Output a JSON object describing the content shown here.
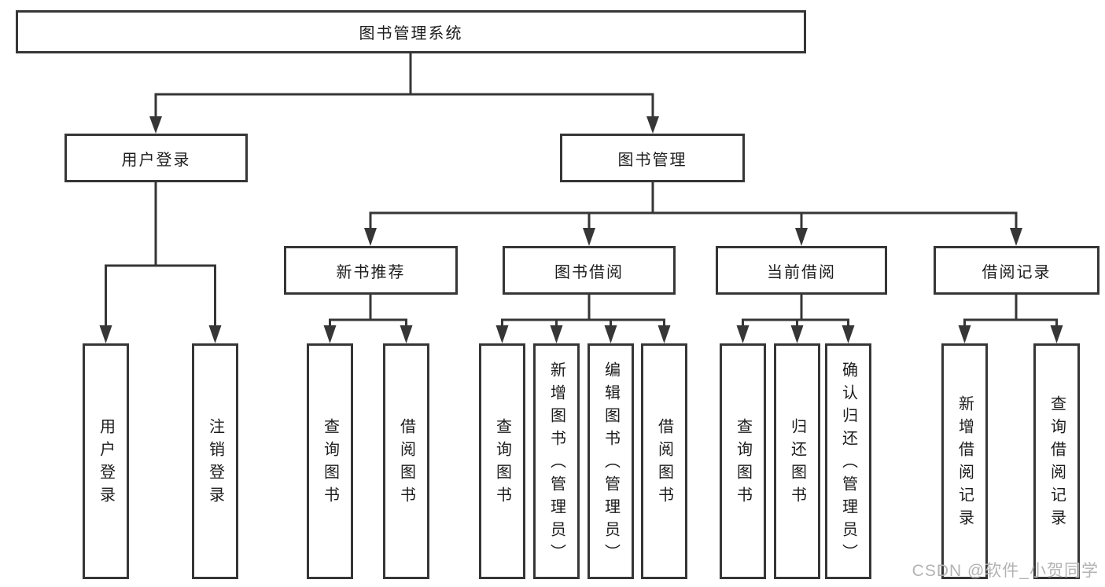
{
  "diagram": {
    "title_node": "图书管理系统",
    "tree": {
      "label": "图书管理系统",
      "children": [
        {
          "label": "用户登录",
          "children": [
            {
              "label": "用户登录"
            },
            {
              "label": "注销登录"
            }
          ]
        },
        {
          "label": "图书管理",
          "children": [
            {
              "label": "新书推荐",
              "children": [
                {
                  "label": "查询图书"
                },
                {
                  "label": "借阅图书"
                }
              ]
            },
            {
              "label": "图书借阅",
              "children": [
                {
                  "label": "查询图书"
                },
                {
                  "label": "新增图书（管理员）"
                },
                {
                  "label": "编辑图书（管理员）"
                },
                {
                  "label": "借阅图书"
                }
              ]
            },
            {
              "label": "当前借阅",
              "children": [
                {
                  "label": "查询图书"
                },
                {
                  "label": "归还图书"
                },
                {
                  "label": "确认归还（管理员）"
                }
              ]
            },
            {
              "label": "借阅记录",
              "children": [
                {
                  "label": "新增借阅记录"
                },
                {
                  "label": "查询借阅记录"
                }
              ]
            }
          ]
        }
      ]
    },
    "colors": {
      "line": "#363636",
      "text": "#1c1c1c",
      "box_fill": "#ffffff",
      "background": "#ffffff",
      "watermark": "#b3b3b3"
    }
  },
  "watermark": {
    "text": "CSDN @软件_小贺同学"
  }
}
